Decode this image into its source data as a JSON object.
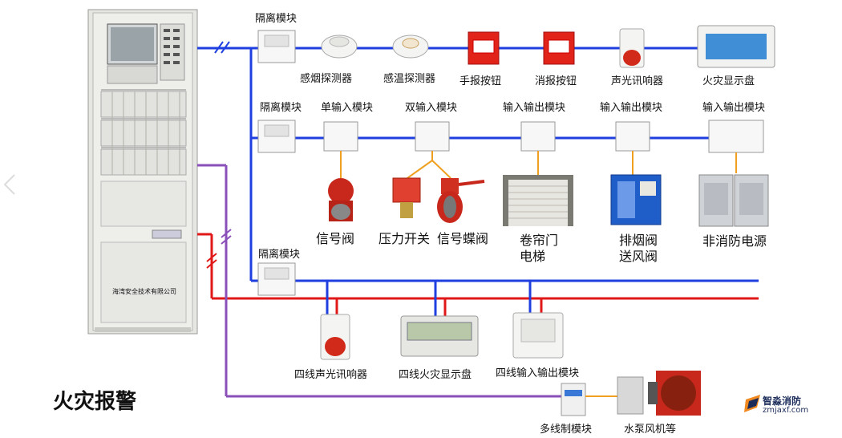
{
  "title": "火灾报警",
  "watermark": {
    "name": "智淼消防",
    "url": "zmjaxf.com"
  },
  "panel_label": "海湾安全技术有限公司",
  "colors": {
    "blue_bus": "#1f3fe0",
    "red_bus": "#e01818",
    "purple_bus": "#8a4fb8",
    "orange_link": "#f0a020"
  },
  "row1": {
    "isolator": "隔离模块",
    "devices": [
      "感烟探测器",
      "感温探测器",
      "手报按钮",
      "消报按钮",
      "声光讯响器",
      "火灾显示盘"
    ]
  },
  "row2": {
    "isolator": "隔离模块",
    "modules": [
      "单输入模块",
      "双输入模块",
      "输入输出模块",
      "输入输出模块",
      "输入输出模块"
    ],
    "devices": [
      "信号阀",
      "压力开关",
      "信号蝶阀",
      "卷帘门",
      "电梯",
      "排烟阀",
      "送风阀",
      "非消防电源"
    ]
  },
  "row3": {
    "isolator": "隔离模块",
    "devices": [
      "四线声光讯响器",
      "四线火灾显示盘",
      "四线输入输出模块"
    ]
  },
  "row4": {
    "devices": [
      "多线制模块",
      "水泵风机等"
    ]
  }
}
